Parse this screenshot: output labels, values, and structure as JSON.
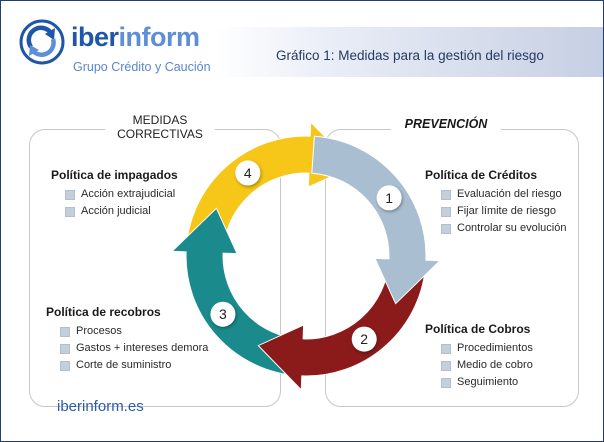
{
  "brand": {
    "name_bold": "iber",
    "name_light": "inform",
    "tagline": "Grupo Crédito y Caución"
  },
  "header": {
    "title": "Gráfico 1: Medidas para la gestión del riesgo"
  },
  "left_panel": {
    "heading_line1": "MEDIDAS",
    "heading_line2": "CORRECTIVAS",
    "groups": [
      {
        "title": "Política de impagados",
        "items": [
          "Acción extrajudicial",
          "Acción judicial"
        ]
      },
      {
        "title": "Política de recobros",
        "items": [
          "Procesos",
          "Gastos + intereses demora",
          "Corte de suministro"
        ]
      }
    ]
  },
  "right_panel": {
    "heading": "PREVENCIÓN",
    "groups": [
      {
        "title": "Política de Créditos",
        "items": [
          "Evaluación del riesgo",
          "Fijar límite de riesgo",
          "Controlar su evolución"
        ]
      },
      {
        "title": "Política de Cobros",
        "items": [
          "Procedimientos",
          "Medio de cobro",
          "Seguimiento"
        ]
      }
    ]
  },
  "cycle": {
    "steps": [
      {
        "number": "1",
        "color": "#a9bfd1"
      },
      {
        "number": "2",
        "color": "#8b1a1a"
      },
      {
        "number": "3",
        "color": "#1a8a8c"
      },
      {
        "number": "4",
        "color": "#f6c718"
      }
    ]
  },
  "footer": {
    "url": "iberinform.es"
  },
  "colors": {
    "frame": "#1f3f73",
    "brand": "#1f56a8",
    "brand_light": "#5e8fd6"
  }
}
